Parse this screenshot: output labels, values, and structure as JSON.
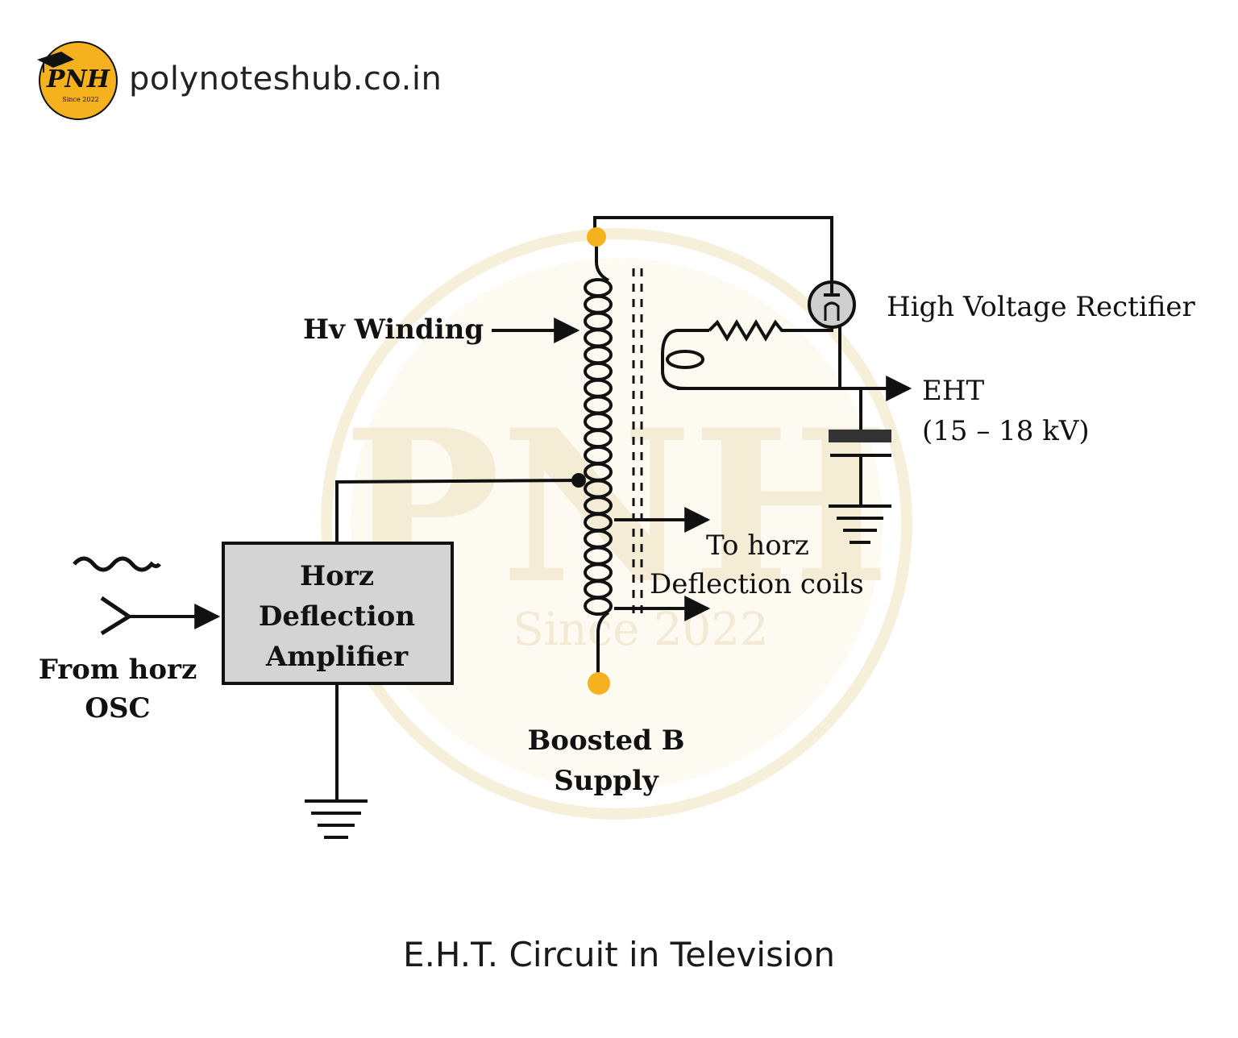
{
  "header": {
    "logo_text": "PNH",
    "logo_subtext": "Since 2022",
    "site_name": "polynoteshub.co.in"
  },
  "watermark": {
    "text": "PNH",
    "subtext": "Since 2022"
  },
  "diagram": {
    "labels": {
      "hv_winding": "Hv Winding",
      "hv_rectifier": "High Voltage Rectifier",
      "eht": "EHT",
      "eht_range": "(15 – 18 kV)",
      "to_horz": "To horz",
      "deflection_coils": "Deflection coils",
      "amp_line1": "Horz",
      "amp_line2": "Deflection",
      "amp_line3": "Amplifier",
      "from_horz": "From horz",
      "osc": "OSC",
      "boosted_b": "Boosted B",
      "supply": "Supply"
    },
    "colors": {
      "line": "#111111",
      "amplifier_fill": "#d4d4d4",
      "terminal_dot": "#f5b11e",
      "watermark": "#f6efd6"
    }
  },
  "caption": "E.H.T. Circuit in Television"
}
